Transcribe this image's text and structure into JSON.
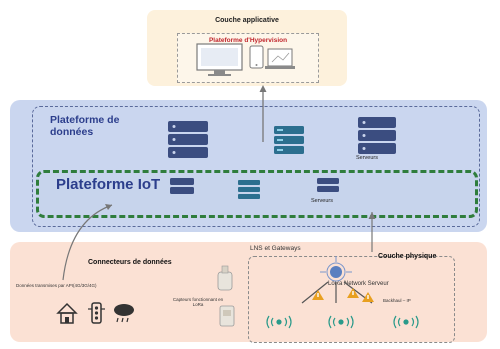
{
  "app_layer": {
    "title": "Couche applicative",
    "hypervision_title": "Plateforme d'Hypervision"
  },
  "data_platform": {
    "title_line1": "Plateforme de",
    "title_line2": "données",
    "servers_label": "Serveurs"
  },
  "iot_platform": {
    "title": "Plateforme IoT",
    "servers_label": "Serveurs"
  },
  "physical_layer": {
    "connectors_label": "Connecteurs de données",
    "connectors_sub": "Données transmises par API(4G/3G/4G)",
    "lns_label": "LNS et Gateways",
    "physical_label": "Couche physique",
    "sensors_label_line1": "Capteurs fonctionnant en",
    "sensors_label_line2": "LoRa",
    "lora_server_label": "LoRa Network Serveur",
    "backhaul_label": "Backhaul – IP"
  },
  "colors": {
    "app_bg": "#fdf1dc",
    "data_bg": "#cad6ef",
    "iot_border": "#2f7d3c",
    "phys_bg": "#fbe1d4",
    "server_dark": "#3b4d80",
    "server_teal": "#2c6f8f",
    "title_blue": "#2c3e8c",
    "hyper_red": "#c0262d"
  }
}
